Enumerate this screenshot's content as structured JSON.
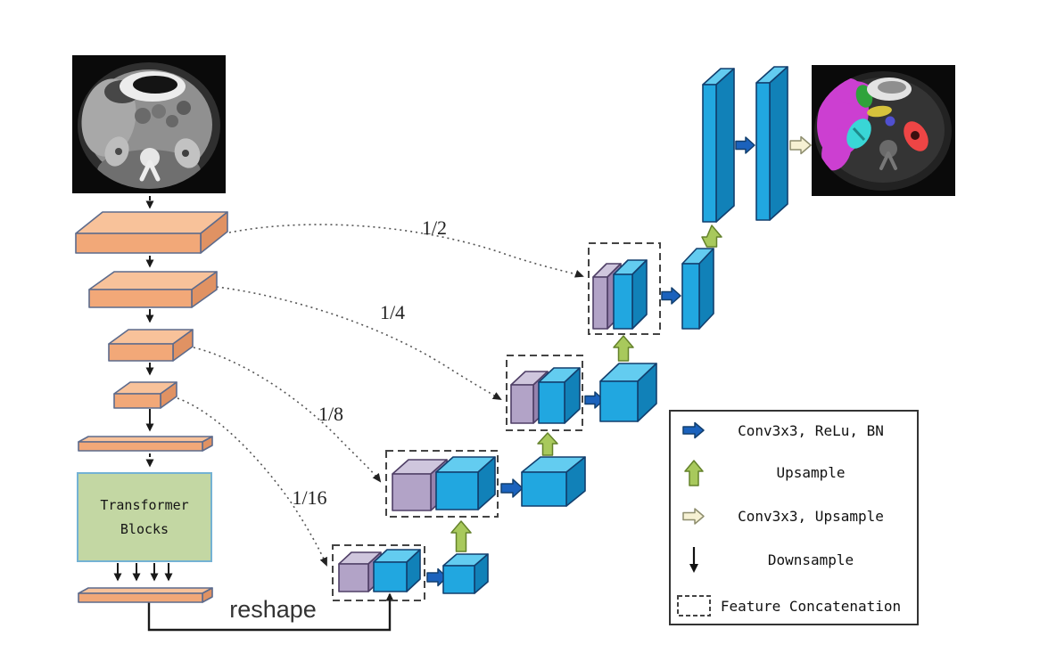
{
  "colors": {
    "slab_front": "#f2a878",
    "slab_top": "#f8c29a",
    "slab_side": "#e09263",
    "slab_stroke": "#5d6b8c",
    "cube_blue_front": "#21a7e0",
    "cube_blue_top": "#63ccf0",
    "cube_blue_side": "#1181b8",
    "cube_blue_stroke": "#123f6e",
    "cube_purple_front": "#b2a3c7",
    "cube_purple_top": "#cfc6dd",
    "cube_purple_side": "#9682ad",
    "cube_purple_stroke": "#4f3f66",
    "transformer_fill": "#c3d7a3",
    "transformer_stroke": "#74b2d4",
    "conv_arrow": "#1b62bd",
    "conv_arrow_stroke": "#123f6e",
    "upsample_arrow": "#a8c95c",
    "upsample_arrow_stroke": "#64822b",
    "pale_arrow": "#f6f1d3",
    "pale_arrow_stroke": "#8e8e6e",
    "connector": "#1a1a1a",
    "dotted": "#555555",
    "legend_border": "#333333",
    "text": "#1a1a1a"
  },
  "nodes": {
    "transformer_label": "Transformer\nBlocks",
    "reshape_label": "reshape"
  },
  "skip_connections": [
    {
      "label": "1/2"
    },
    {
      "label": "1/4"
    },
    {
      "label": "1/8"
    },
    {
      "label": "1/16"
    }
  ],
  "legend": {
    "items": [
      {
        "icon": "conv3x3-arrow-icon",
        "label": "Conv3x3, ReLu, BN"
      },
      {
        "icon": "upsample-arrow-icon",
        "label": "Upsample"
      },
      {
        "icon": "conv3x3-upsample-arrow-icon",
        "label": "Conv3x3, Upsample"
      },
      {
        "icon": "downsample-arrow-icon",
        "label": "Downsample"
      },
      {
        "icon": "feature-concatenation-box-icon",
        "label": "Feature Concatenation"
      }
    ]
  }
}
